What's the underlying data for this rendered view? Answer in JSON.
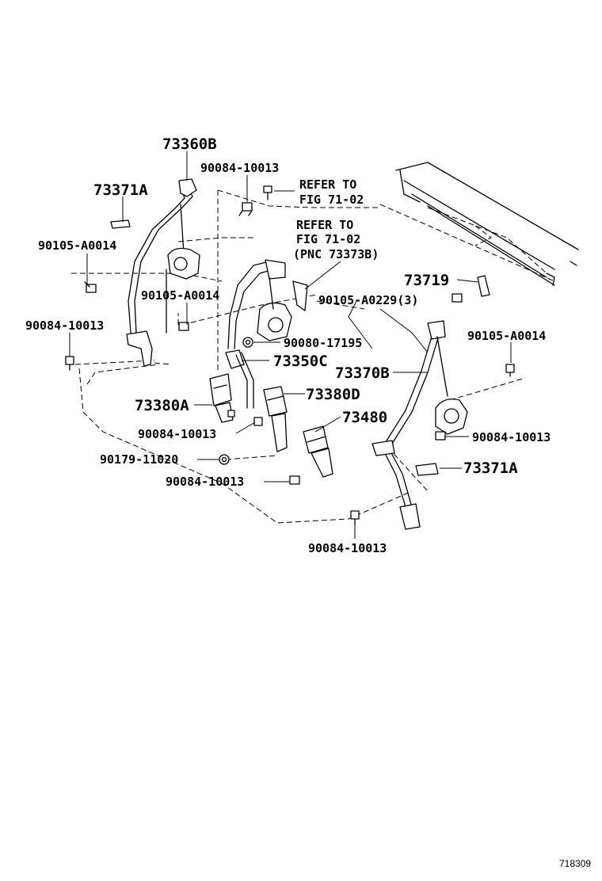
{
  "diagram": {
    "figure_number": "718309",
    "labels": {
      "l_73360B": "73360B",
      "l_90084_top": "90084-10013",
      "l_refer1_a": "REFER TO",
      "l_refer1_b": "FIG 71-02",
      "l_73371A_left": "73371A",
      "l_refer2_a": "REFER TO",
      "l_refer2_b": "FIG 71-02",
      "l_refer2_c": "(PNC 73373B)",
      "l_90105_left": "90105-A0014",
      "l_73719": "73719",
      "l_90105_mid": "90105-A0014",
      "l_90105_a0229": "90105-A0229(3)",
      "l_90084_left": "90084-10013",
      "l_90105_right": "90105-A0014",
      "l_90080": "90080-17195",
      "l_73350C": "73350C",
      "l_73370B": "73370B",
      "l_73380D": "73380D",
      "l_73380A": "73380A",
      "l_73480": "73480",
      "l_90084_center": "90084-10013",
      "l_90084_right": "90084-10013",
      "l_90179": "90179-11020",
      "l_73371A_right": "73371A",
      "l_90084_lower": "90084-10013",
      "l_90084_bottom": "90084-10013"
    }
  }
}
